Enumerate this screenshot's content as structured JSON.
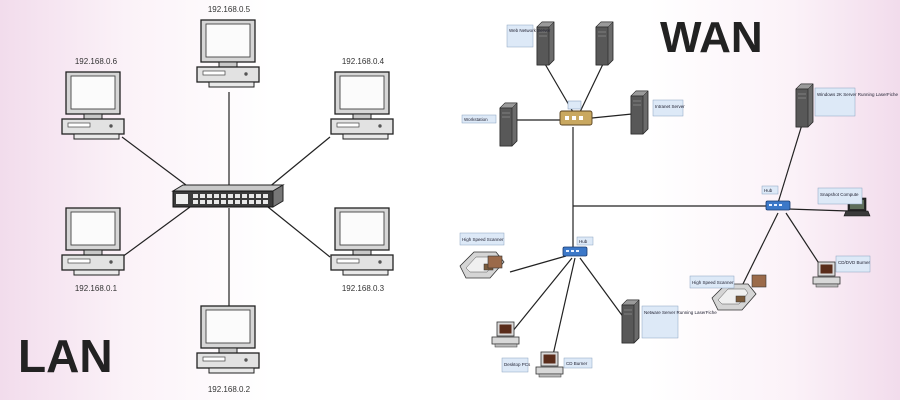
{
  "lan": {
    "title": "LAN",
    "ips": {
      "top": "192.168.0.5",
      "top_left": "192.168.0.6",
      "top_right": "192.168.0.4",
      "bottom_left": "192.168.0.1",
      "bottom_right": "192.168.0.3",
      "bottom": "192.168.0.2"
    }
  },
  "wan": {
    "title": "WAN",
    "labels": {
      "web_server": "Web Network Server",
      "workstation": "Workstation",
      "intranet_server": "Intranet Server",
      "windows_server": "Windows 2K Server Running LaserFiche",
      "hub_1": "Hub",
      "hub_2": "Hub",
      "scanner_1": "High Speed Scanner",
      "scanner_2": "High Speed Scanner",
      "laserfiche_server": "Netware Server Running LaserFiche",
      "desktop_pcs": "Desktop PCs",
      "cd_burner": "CD Burner",
      "snapshot_computer": "Snapshot Compute",
      "cd_burner_2": "CD/DVD Burner"
    }
  },
  "colors": {
    "background_edge": "#f2dcec",
    "label_box": "#dde9f7",
    "hub_blue": "#3c78c8",
    "router_tan": "#c9a860"
  }
}
